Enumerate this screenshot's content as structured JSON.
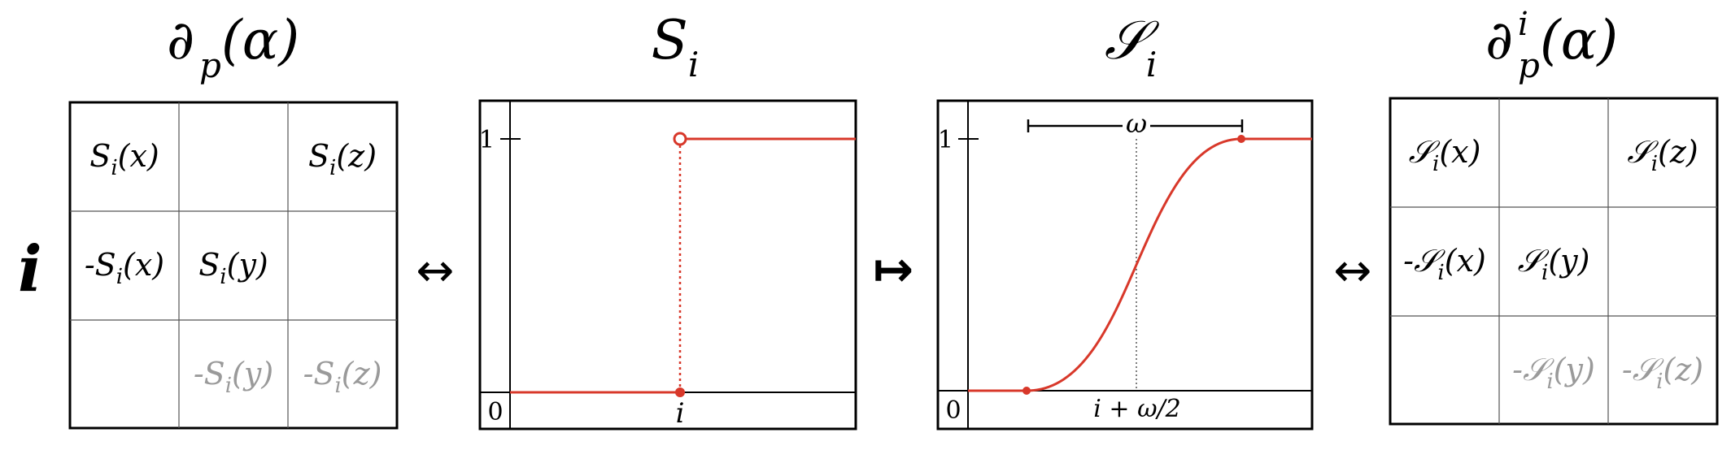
{
  "titles": {
    "matrix_left": "∂p(α)",
    "step_plot": "Si",
    "smooth_plot": "𝒮i",
    "matrix_right": "∂ip(α)"
  },
  "row_label": "i",
  "arrows": {
    "left_equiv": "↔",
    "maps_to": "↦",
    "right_equiv": "↔"
  },
  "matrix_left": {
    "cells": [
      [
        "Si(x)",
        "",
        "Si(z)"
      ],
      [
        "-Si(x)",
        "Si(y)",
        ""
      ],
      [
        "",
        "-Si(y)",
        "-Si(z)"
      ]
    ],
    "gray_cells": [
      "-Si(y)",
      "-Si(z)"
    ]
  },
  "matrix_right": {
    "cells": [
      [
        "𝒮i(x)",
        "",
        "𝒮i(z)"
      ],
      [
        "-𝒮i(x)",
        "𝒮i(y)",
        ""
      ],
      [
        "",
        "-𝒮i(y)",
        "-𝒮i(z)"
      ]
    ],
    "gray_cells": [
      "-𝒮i(y)",
      "-𝒮i(z)"
    ]
  },
  "step_plot": {
    "ytick_top": "1",
    "ytick_bottom": "0",
    "xtick": "i"
  },
  "smooth_plot": {
    "ytick_top": "1",
    "ytick_bottom": "0",
    "xtick": "i + ω/2",
    "width_label": "ω"
  },
  "colors": {
    "curve": "#d8382a",
    "gray_text": "#9a9a9a",
    "frame": "#000000"
  }
}
